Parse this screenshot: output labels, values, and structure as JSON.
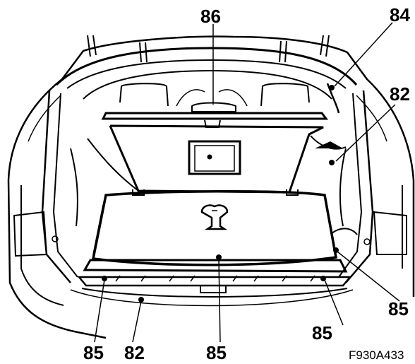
{
  "figure": {
    "callouts": [
      {
        "id": "c-86",
        "text": "86"
      },
      {
        "id": "c-84",
        "text": "84"
      },
      {
        "id": "c-82-right",
        "text": "82"
      },
      {
        "id": "c-85-right",
        "text": "85"
      },
      {
        "id": "c-85-lower-right",
        "text": "85"
      },
      {
        "id": "c-85-left",
        "text": "85"
      },
      {
        "id": "c-82-bottom",
        "text": "82"
      },
      {
        "id": "c-85-center",
        "text": "85"
      }
    ],
    "figure_code": "F930A433"
  }
}
